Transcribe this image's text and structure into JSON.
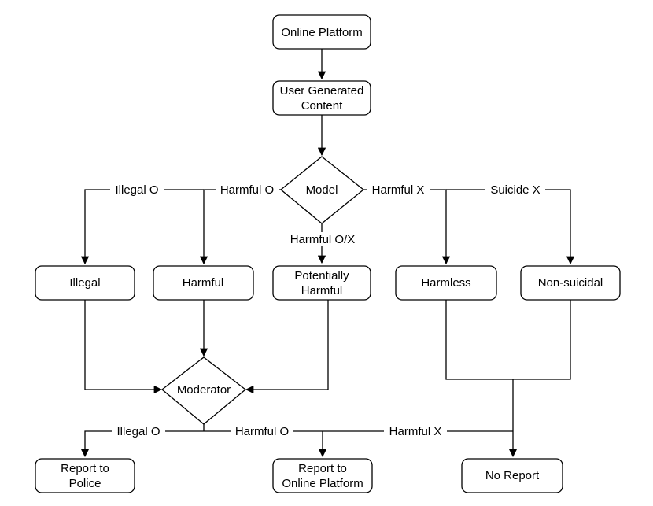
{
  "nodes": {
    "online_platform": "Online Platform",
    "ugc_line1": "User Generated",
    "ugc_line2": "Content",
    "model": "Model",
    "illegal": "Illegal",
    "harmful": "Harmful",
    "potentially_line1": "Potentially",
    "potentially_line2": "Harmful",
    "harmless": "Harmless",
    "non_suicidal": "Non-suicidal",
    "moderator": "Moderator",
    "report_police_line1": "Report to",
    "report_police_line2": "Police",
    "report_platform_line1": "Report to",
    "report_platform_line2": "Online Platform",
    "no_report": "No Report"
  },
  "edge_labels": {
    "illegal_o": "Illegal O",
    "harmful_o": "Harmful O",
    "harmful_ox": "Harmful O/X",
    "harmful_x": "Harmful X",
    "suicide_x": "Suicide X",
    "mod_illegal_o": "Illegal O",
    "mod_harmful_o": "Harmful O",
    "mod_harmful_x": "Harmful X"
  }
}
